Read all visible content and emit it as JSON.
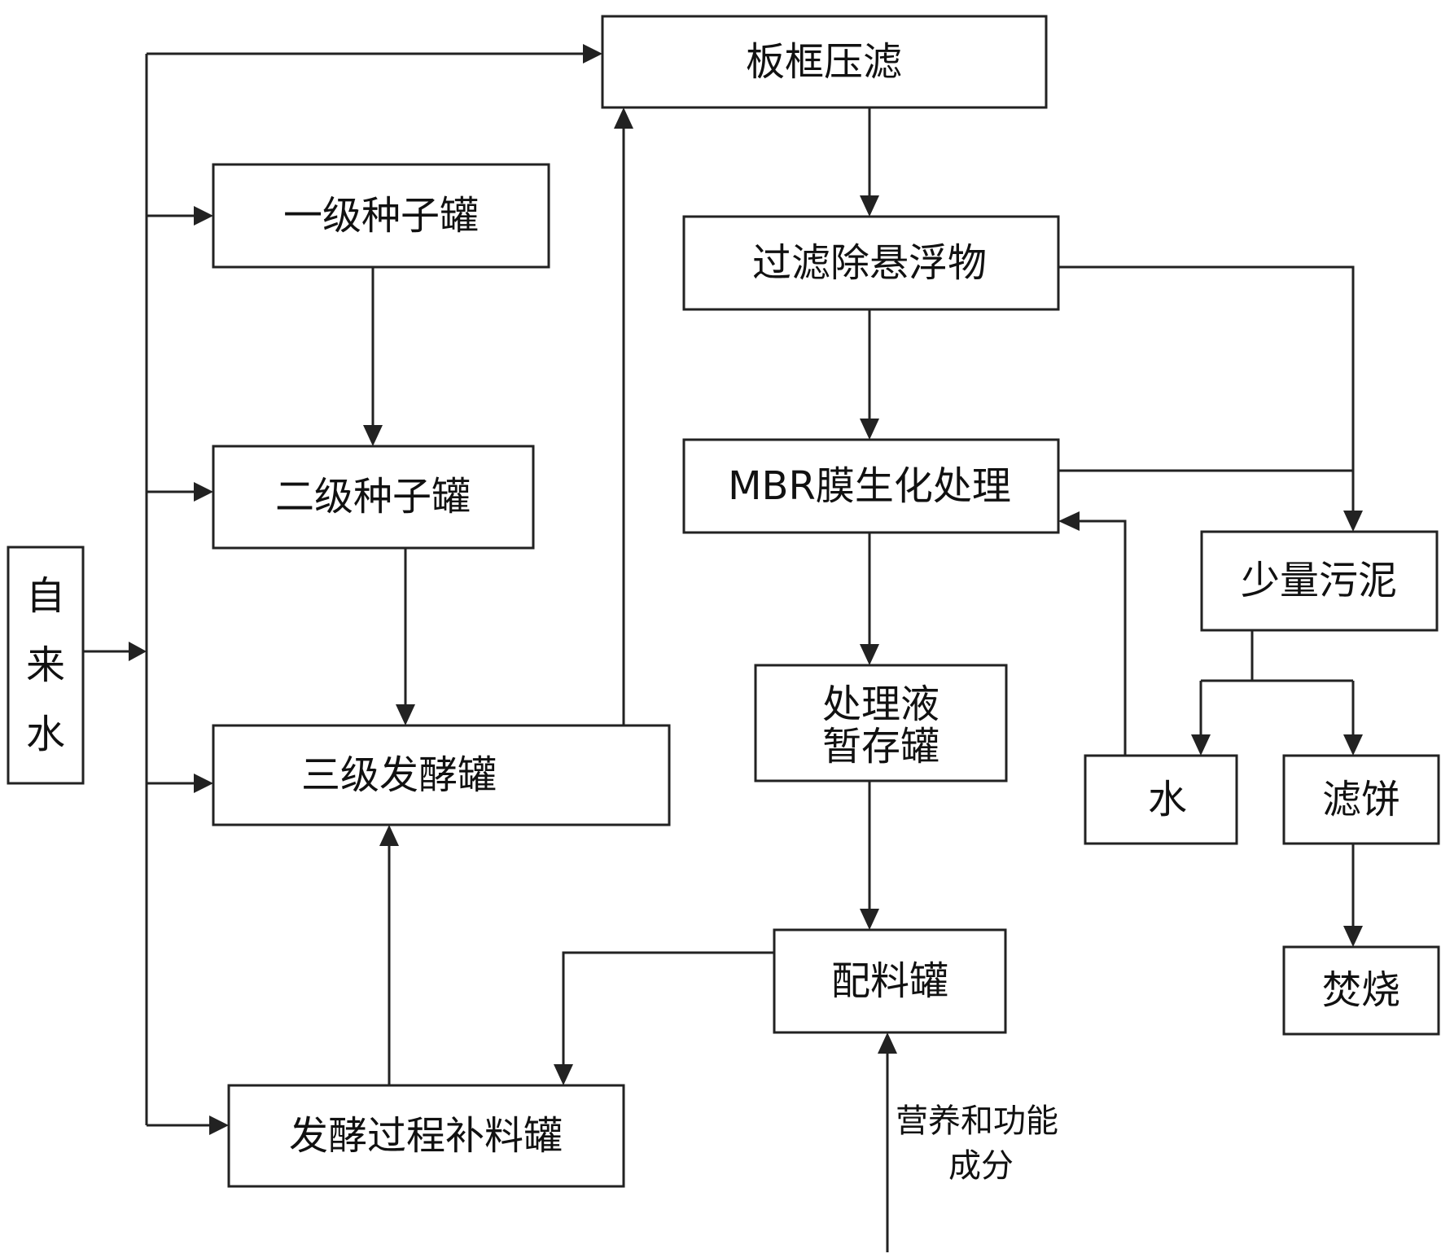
{
  "nodes": {
    "tap_water": "自来水",
    "filter_press": "板框压滤",
    "seed_tank_1": "一级种子罐",
    "seed_tank_2": "二级种子罐",
    "fermenter_3": "三级发酵罐",
    "feed_tank": "发酵过程补料罐",
    "remove_solids": "过滤除悬浮物",
    "mbr": "MBR膜生化处理",
    "holding_tank_line1": "处理液",
    "holding_tank_line2": "暂存罐",
    "mixing_tank": "配料罐",
    "sludge": "少量污泥",
    "water": "水",
    "filter_cake": "滤饼",
    "incineration": "焚烧"
  },
  "inputs": {
    "nutrients_line1": "营养和功能",
    "nutrients_line2": "成分"
  }
}
